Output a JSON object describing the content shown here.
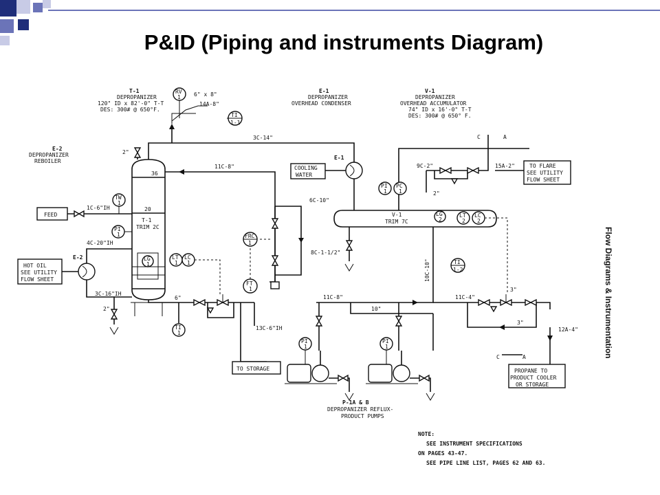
{
  "slide": {
    "title": "P&ID (Piping and instruments Diagram)",
    "side_caption": "Flow Diagrams & Instrumentation"
  },
  "colors": {
    "deco_dark": "#1f2e7a",
    "deco_mid": "#6b74b8",
    "deco_light": "#c8cbe6",
    "drawing": "#111111"
  },
  "equipment": {
    "t1": {
      "lines": [
        "T-1",
        "DEPROPANIZER",
        "120\" ID x 82'-0\" T-T",
        "DES: 300# @ 650°F."
      ]
    },
    "e1": {
      "lines": [
        "E-1",
        "DEPROPANIZER",
        "OVERHEAD CONDENSER"
      ]
    },
    "v1": {
      "lines": [
        "V-1",
        "DEPROPANIZER",
        "OVERHEAD ACCUMULATOR",
        "74\" ID x 16'-0\" T-T",
        "DES: 300# @ 650° F."
      ]
    },
    "e2": {
      "lines": [
        "E-2",
        "DEPROPANIZER",
        "REBOILER"
      ]
    },
    "p1": {
      "lines": [
        "P-1A & B",
        "DEPROPANIZER REFLUX-",
        "PRODUCT PUMPS"
      ]
    }
  },
  "boxes": {
    "feed": [
      "FEED"
    ],
    "hot_oil": [
      "HOT OIL",
      "SEE UTILITY",
      "FLOW SHEET"
    ],
    "cooling_water": [
      "COOLING",
      "WATER"
    ],
    "to_flare": [
      "TO FLARE",
      "SEE UTILITY",
      "FLOW SHEET"
    ],
    "to_storage": [
      "TO STORAGE"
    ],
    "propane": [
      "PROPANE TO",
      "PRODUCT COOLER",
      "OR STORAGE"
    ]
  },
  "column": {
    "tray_top": "36",
    "tray_feed": "20",
    "tag": [
      "T-1",
      "TRIM 2C"
    ],
    "vessel_tag": [
      "V-1",
      "TRIM 7C"
    ]
  },
  "instruments": [
    {
      "key": "rv",
      "top": "RV",
      "bottom": "1"
    },
    {
      "key": "tw",
      "top": "TW",
      "bottom": "1"
    },
    {
      "key": "pi1",
      "top": "PI",
      "bottom": "1"
    },
    {
      "key": "lg1",
      "top": "LG",
      "bottom": "1"
    },
    {
      "key": "lt1",
      "top": "LT",
      "bottom": "1"
    },
    {
      "key": "lc1",
      "top": "LC",
      "bottom": "1"
    },
    {
      "key": "ti1",
      "top": "TI",
      "bottom": "1"
    },
    {
      "key": "ti11",
      "top": "TI",
      "bottom": "1-1"
    },
    {
      "key": "frc",
      "top": "FRC",
      "bottom": "1"
    },
    {
      "key": "ft",
      "top": "FT",
      "bottom": "1"
    },
    {
      "key": "pi2",
      "top": "PI",
      "bottom": "1"
    },
    {
      "key": "pc",
      "top": "PC",
      "bottom": "1"
    },
    {
      "key": "lg2",
      "top": "LG",
      "bottom": "2"
    },
    {
      "key": "lt2",
      "top": "LT",
      "bottom": "2"
    },
    {
      "key": "lc2",
      "top": "LC",
      "bottom": "2"
    },
    {
      "key": "ti12",
      "top": "TI",
      "bottom": "1-2"
    },
    {
      "key": "pi3",
      "top": "PI",
      "bottom": "1"
    },
    {
      "key": "pi4",
      "top": "PI",
      "bottom": "1"
    }
  ],
  "lines": {
    "l3c14": "3C-14\"",
    "l14a8": "14A-8\"",
    "l6x8": "6\" x 8\"",
    "l11c8a": "11C-8\"",
    "l1c6": "1C-6\"IH",
    "l4c20": "4C-20\"IH",
    "l3c16": "3C-16\"IH",
    "l6c10": "6C-10\"",
    "l8c112": "8C-1-1/2\"",
    "l9c2": "9C-2\"",
    "l15a2": "15A-2\"",
    "l10c10": "10C-10\"",
    "l11c8b": "11C-8\"",
    "l11c4": "11C-4\"",
    "l13c6": "13C-6\"IH",
    "l12a4": "12A-4\"",
    "s2a": "2\"",
    "s2b": "2\"",
    "s2c": "2\"",
    "s3a": "3\"",
    "s3b": "3\"",
    "s6": "6\"",
    "s10": "10\"",
    "ca1": "C",
    "ca2": "A",
    "ca3": "C",
    "ca4": "A"
  },
  "note": [
    "NOTE:",
    "SEE INSTRUMENT SPECIFICATIONS",
    "ON PAGES 43-47.",
    "SEE PIPE LINE LIST, PAGES 62 AND 63."
  ]
}
